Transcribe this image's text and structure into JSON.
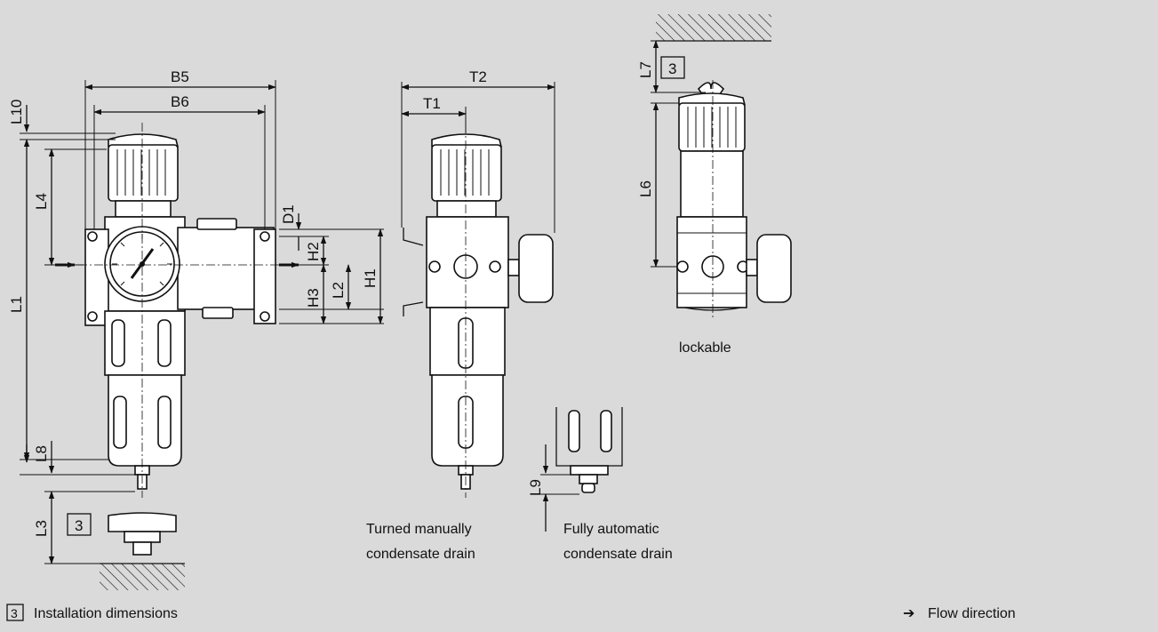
{
  "dimensions": {
    "B5": "B5",
    "B6": "B6",
    "T1": "T1",
    "T2": "T2",
    "L1": "L1",
    "L2": "L2",
    "L3": "L3",
    "L4": "L4",
    "L6": "L6",
    "L7": "L7",
    "L8": "L8",
    "L9": "L9",
    "L10": "L10",
    "H1": "H1",
    "H2": "H2",
    "H3": "H3",
    "D1": "D1"
  },
  "marker": "3",
  "captions": {
    "lockable": "lockable",
    "manual_drain_line1": "Turned manually",
    "manual_drain_line2": "condensate drain",
    "auto_drain_line1": "Fully automatic",
    "auto_drain_line2": "condensate drain"
  },
  "legend": {
    "installation": {
      "marker": "3",
      "label": "Installation dimensions"
    },
    "flow": {
      "symbol": "➔",
      "label": "Flow direction"
    }
  }
}
